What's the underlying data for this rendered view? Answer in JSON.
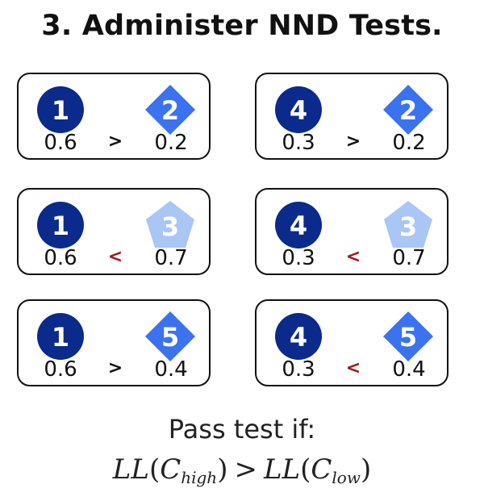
{
  "title": "3. Administer NND Tests.",
  "colors": {
    "dark_blue": "#0a2a8c",
    "mid_blue": "#3a72f0",
    "light_blue": "#a9c6f5",
    "greater_color": "#111111",
    "less_color": "#a31515"
  },
  "tests": [
    {
      "left": {
        "label": "1",
        "shape": "circle-icon",
        "value": "0.6"
      },
      "right": {
        "label": "2",
        "shape": "diamond-icon",
        "value": "0.2"
      },
      "comparison": ">"
    },
    {
      "left": {
        "label": "4",
        "shape": "circle-icon",
        "value": "0.3"
      },
      "right": {
        "label": "2",
        "shape": "diamond-icon",
        "value": "0.2"
      },
      "comparison": ">"
    },
    {
      "left": {
        "label": "1",
        "shape": "circle-icon",
        "value": "0.6"
      },
      "right": {
        "label": "3",
        "shape": "pentagon-icon",
        "value": "0.7"
      },
      "comparison": "<"
    },
    {
      "left": {
        "label": "4",
        "shape": "circle-icon",
        "value": "0.3"
      },
      "right": {
        "label": "3",
        "shape": "pentagon-icon",
        "value": "0.7"
      },
      "comparison": "<"
    },
    {
      "left": {
        "label": "1",
        "shape": "circle-icon",
        "value": "0.6"
      },
      "right": {
        "label": "5",
        "shape": "diamond-icon",
        "value": "0.4"
      },
      "comparison": ">"
    },
    {
      "left": {
        "label": "4",
        "shape": "circle-icon",
        "value": "0.3"
      },
      "right": {
        "label": "5",
        "shape": "diamond-icon",
        "value": "0.4"
      },
      "comparison": "<"
    }
  ],
  "pass_condition": {
    "label": "Pass test if:",
    "lhs_func": "LL",
    "lhs_var": "C",
    "lhs_sub": "high",
    "operator": ">",
    "rhs_func": "LL",
    "rhs_var": "C",
    "rhs_sub": "low"
  }
}
